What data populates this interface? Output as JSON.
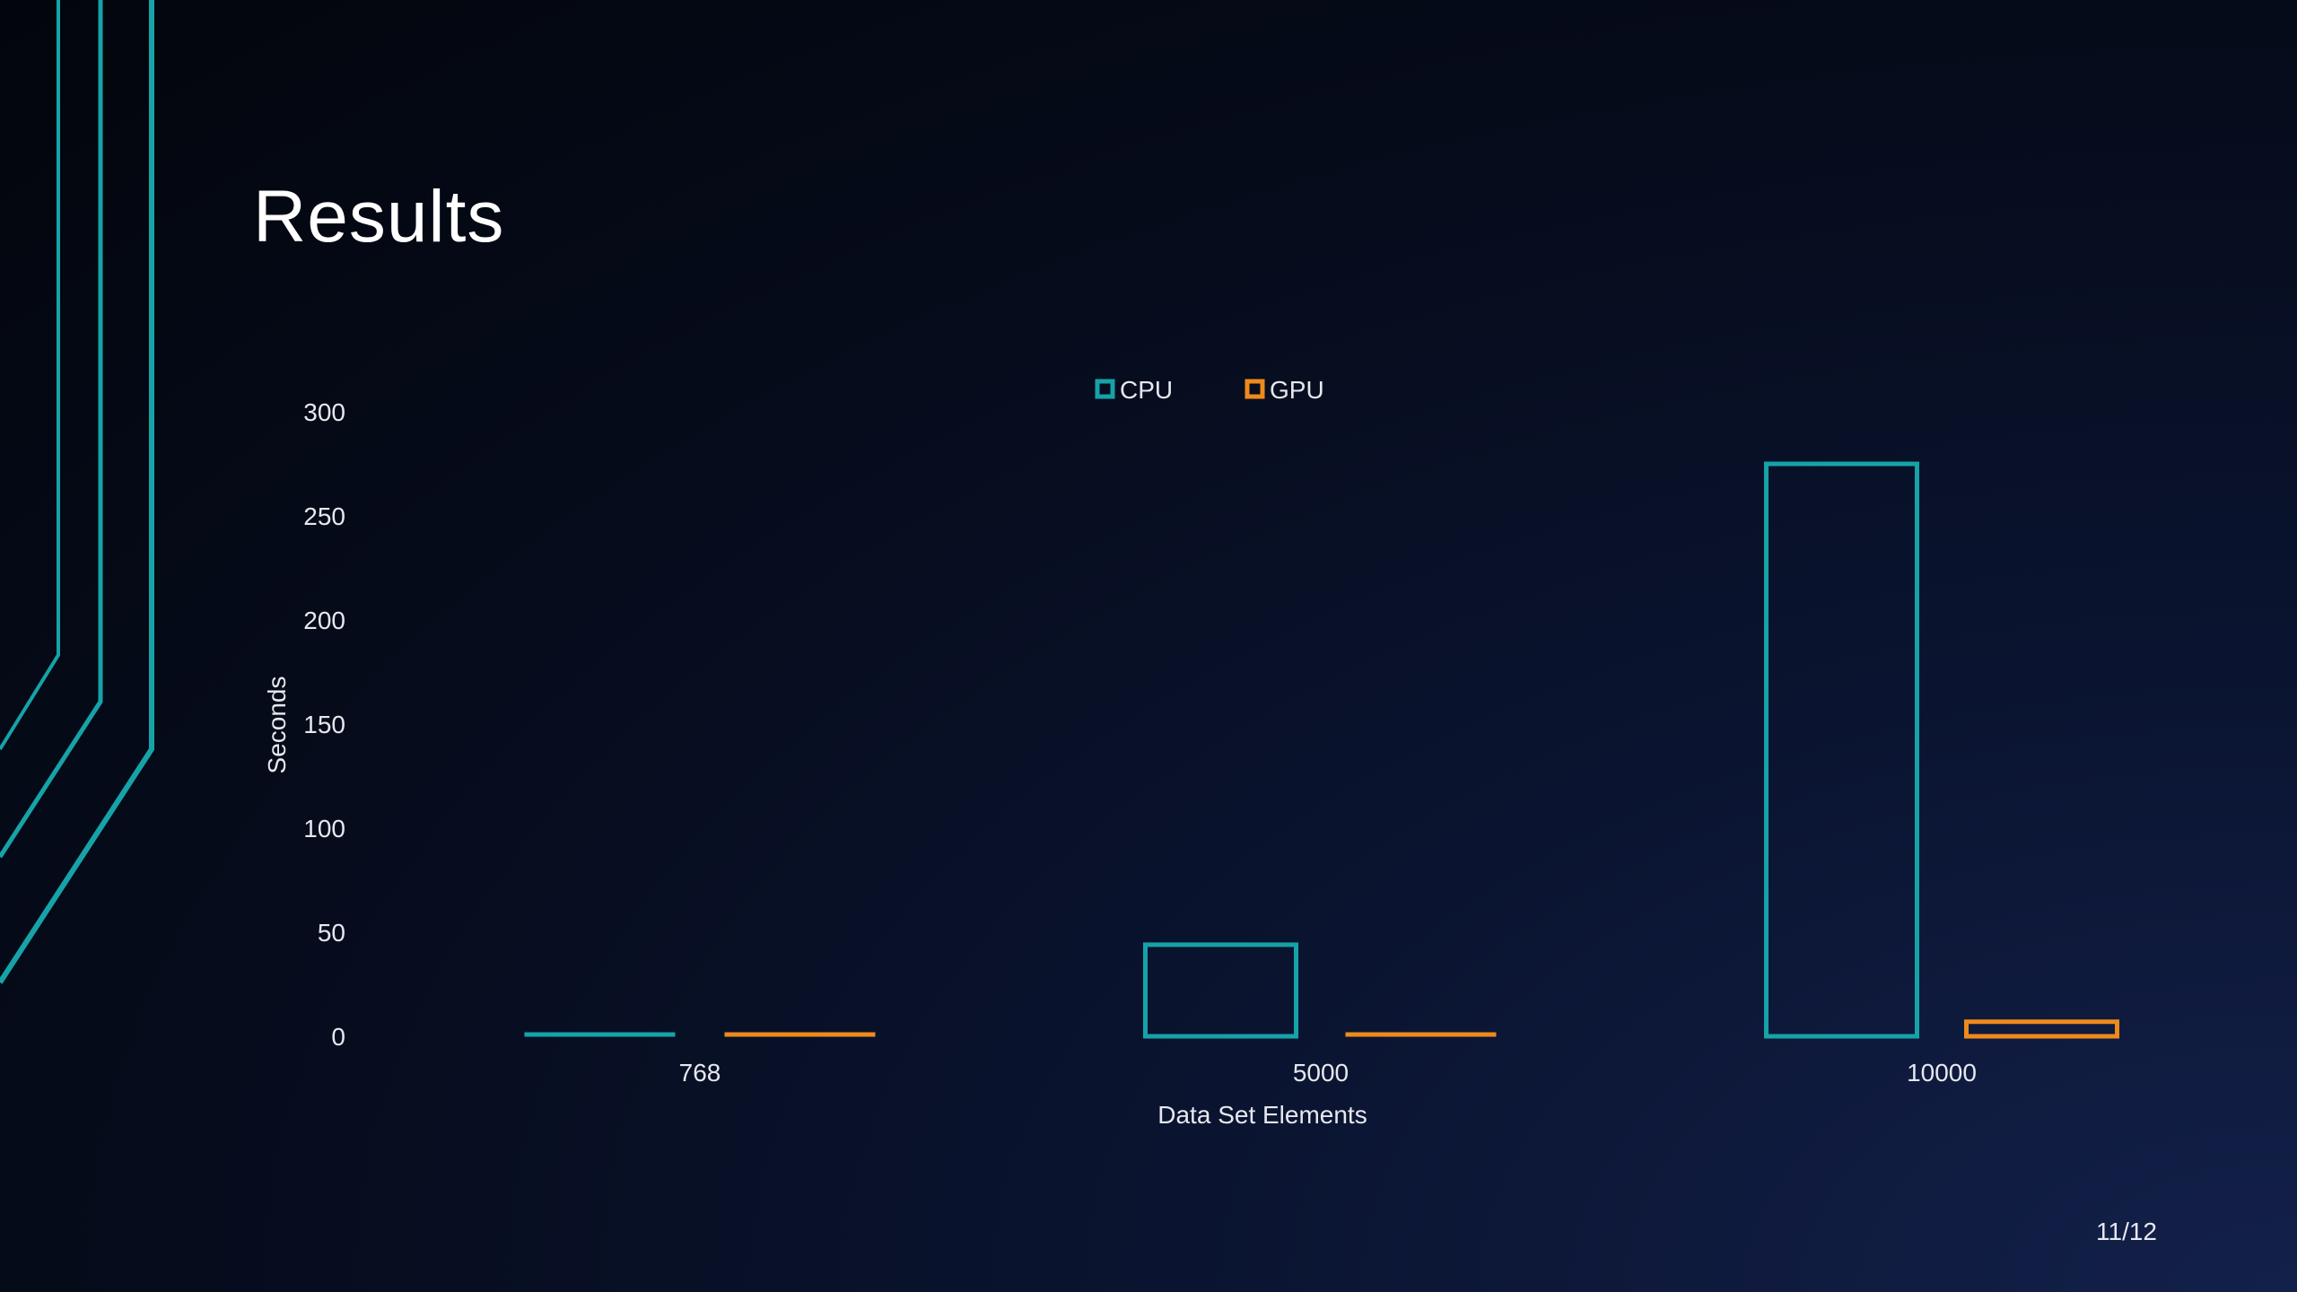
{
  "slide": {
    "title": "Results",
    "page_number": "11/12"
  },
  "colors": {
    "cpu": "#16a3a8",
    "gpu": "#ee8a1c",
    "accent_lines": "#16a3a8"
  },
  "chart_data": {
    "type": "bar",
    "title": "",
    "xlabel": "Data Set Elements",
    "ylabel": "Seconds",
    "categories": [
      "768",
      "5000",
      "10000"
    ],
    "series": [
      {
        "name": "CPU",
        "values": [
          1,
          44,
          275
        ],
        "color": "#16a3a8"
      },
      {
        "name": "GPU",
        "values": [
          0.5,
          2,
          7
        ],
        "color": "#ee8a1c"
      }
    ],
    "ylim": [
      0,
      300
    ],
    "yticks": [
      0,
      50,
      100,
      150,
      200,
      250,
      300
    ],
    "grid": false,
    "legend": "top-center",
    "bar_style": "outline"
  }
}
